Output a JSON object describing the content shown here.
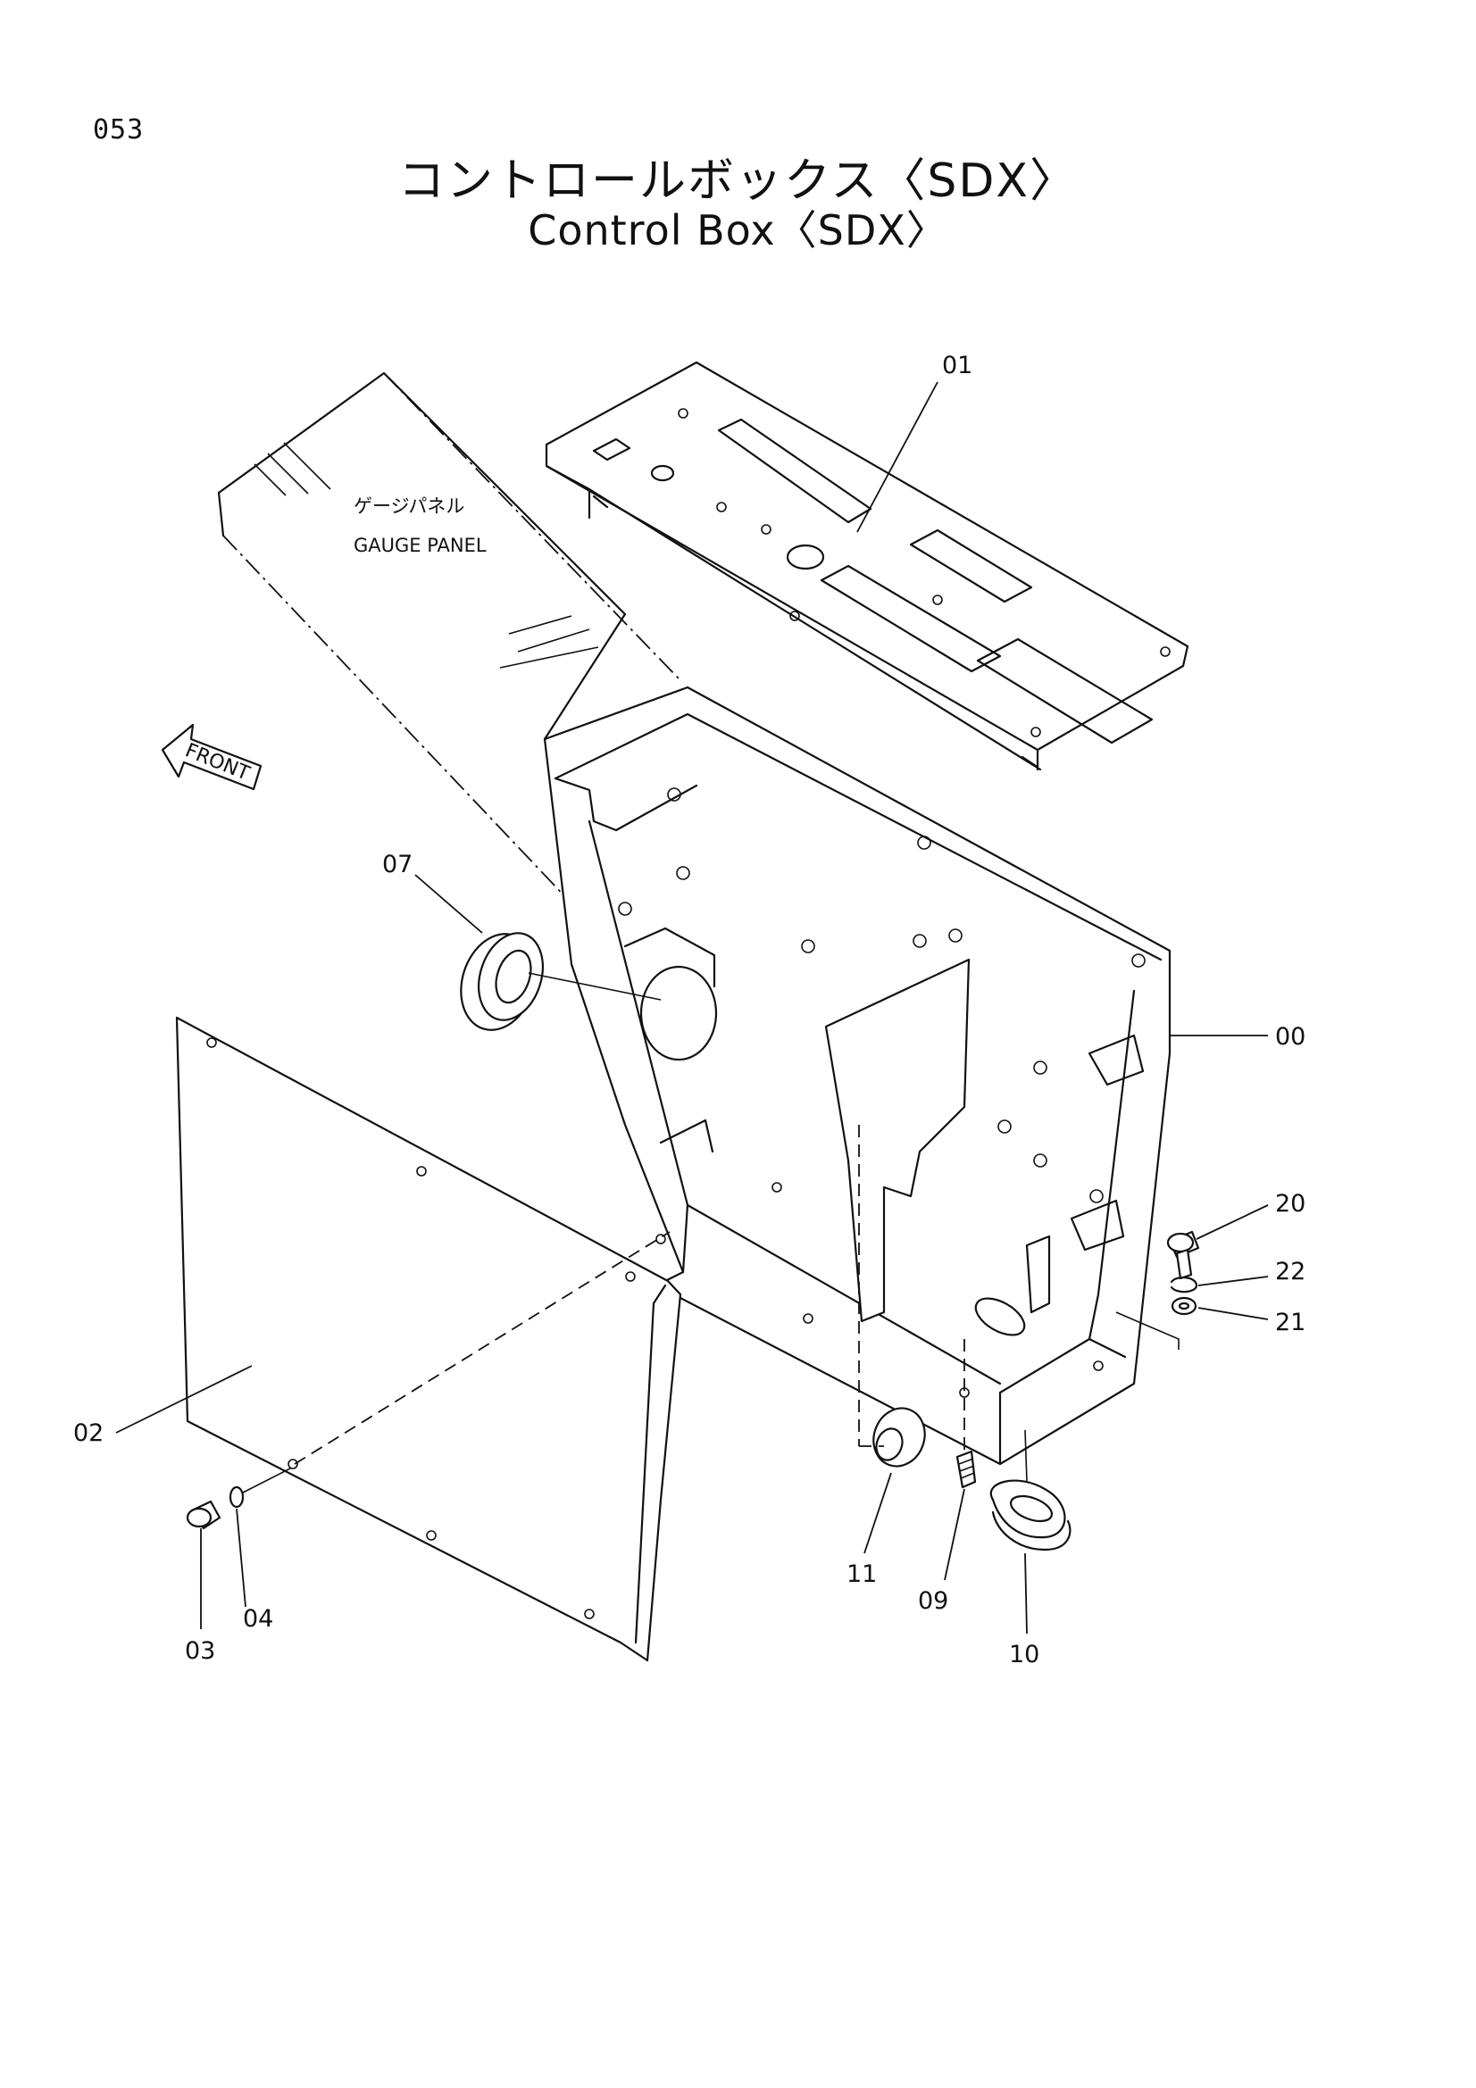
{
  "page_number": "053",
  "title_jp": "コントロールボックス〈SDX〉",
  "title_en": "Control Box〈SDX〉",
  "gauge_panel": {
    "label_jp": "ゲージパネル",
    "label_en": "GAUGE PANEL"
  },
  "front_arrow_label": "FRONT",
  "part_callouts": {
    "p00": "00",
    "p01": "01",
    "p02": "02",
    "p03": "03",
    "p04": "04",
    "p07": "07",
    "p09": "09",
    "p10": "10",
    "p11": "11",
    "p20": "20",
    "p21": "21",
    "p22": "22"
  }
}
